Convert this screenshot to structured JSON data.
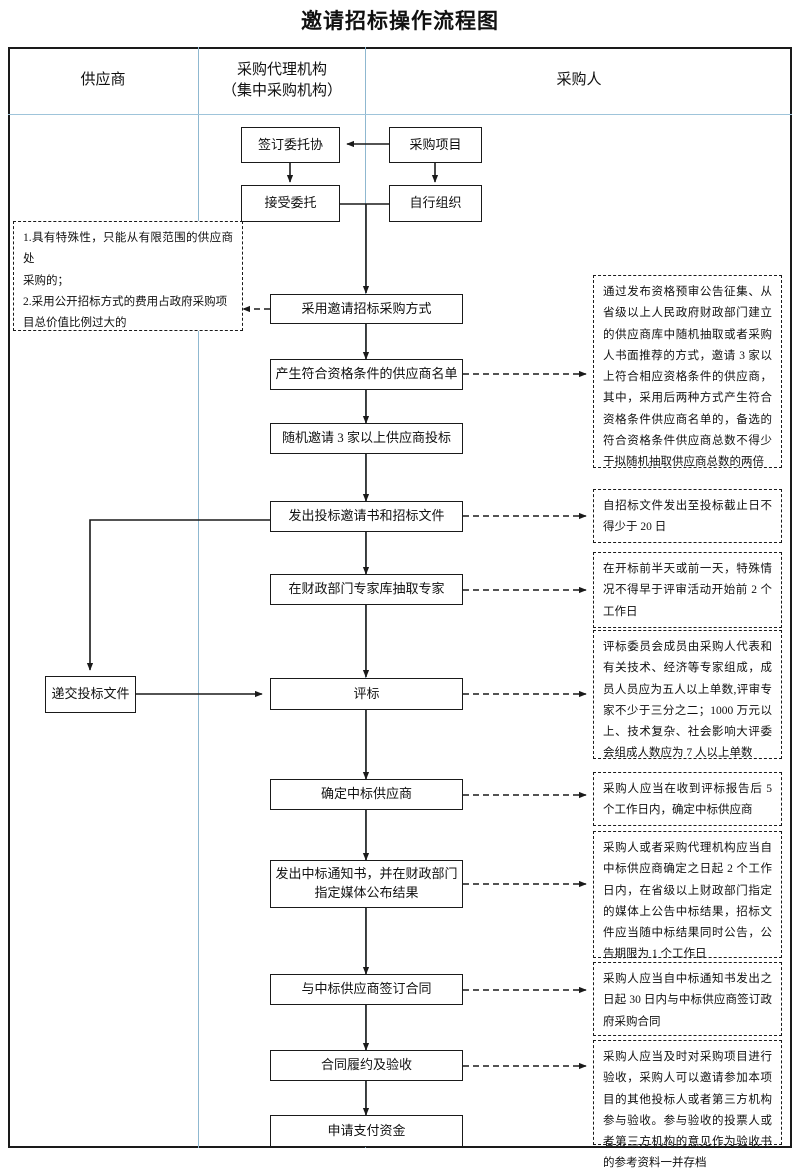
{
  "page": {
    "title": "邀请招标操作流程图"
  },
  "lanes": [
    {
      "id": "supplier",
      "label": "供应商"
    },
    {
      "id": "agency",
      "label": "采购代理机构\n（集中采购机构）",
      "line1": "采购代理机构",
      "line2": "（集中采购机构）"
    },
    {
      "id": "purchaser",
      "label": "采购人"
    }
  ],
  "nodes": [
    {
      "id": "sign-entrust-agreement",
      "label": "签订委托协",
      "lane": "agency"
    },
    {
      "id": "procurement-project",
      "label": "采购项目",
      "lane": "purchaser"
    },
    {
      "id": "accept-entrustment",
      "label": "接受委托",
      "lane": "agency"
    },
    {
      "id": "self-organize",
      "label": "自行组织",
      "lane": "purchaser"
    },
    {
      "id": "adopt-invited-bidding",
      "label": "采用邀请招标采购方式",
      "lane": "purchaser"
    },
    {
      "id": "generate-qualified-supplier-list",
      "label": "产生符合资格条件的供应商名单",
      "lane": "purchaser"
    },
    {
      "id": "randomly-invite-3-suppliers",
      "label": "随机邀请 3 家以上供应商投标",
      "lane": "purchaser"
    },
    {
      "id": "issue-invitation-and-bid-docs",
      "label": "发出投标邀请书和招标文件",
      "lane": "purchaser"
    },
    {
      "id": "draw-experts",
      "label": "在财政部门专家库抽取专家",
      "lane": "purchaser"
    },
    {
      "id": "submit-bid-documents",
      "label": "递交投标文件",
      "lane": "supplier"
    },
    {
      "id": "bid-evaluation",
      "label": "评标",
      "lane": "purchaser"
    },
    {
      "id": "determine-winning-supplier",
      "label": "确定中标供应商",
      "lane": "purchaser"
    },
    {
      "id": "issue-award-notice",
      "label": "发出中标通知书，并在财政部门\n指定媒体公布结果",
      "line1": "发出中标通知书，并在财政部门",
      "line2": "指定媒体公布结果",
      "lane": "purchaser"
    },
    {
      "id": "sign-contract",
      "label": "与中标供应商签订合同",
      "lane": "purchaser"
    },
    {
      "id": "contract-performance-acceptance",
      "label": "合同履约及验收",
      "lane": "purchaser"
    },
    {
      "id": "apply-payment",
      "label": "申请支付资金",
      "lane": "purchaser"
    }
  ],
  "notes": [
    {
      "id": "note-invited-bidding-conditions",
      "side": "left",
      "lines": [
        "1.具有特殊性，只能从有限范围的供应商处",
        "采购的；",
        "2.采用公开招标方式的费用占政府采购项",
        "目总价值比例过大的"
      ],
      "text": "1.具有特殊性，只能从有限范围的供应商处采购的；2.采用公开招标方式的费用占政府采购项目总价值比例过大的"
    },
    {
      "id": "note-supplier-list-methods",
      "side": "right",
      "text": "通过发布资格预审公告征集、从省级以上人民政府财政部门建立的供应商库中随机抽取或者采购人书面推荐的方式，邀请 3 家以上符合相应资格条件的供应商，其中，采用后两种方式产生符合资格条件供应商名单的，备选的符合资格条件供应商总数不得少于拟随机抽取供应商总数的两倍"
    },
    {
      "id": "note-bid-deadline-20-days",
      "side": "right",
      "text": "自招标文件发出至投标截止日不得少于 20 日"
    },
    {
      "id": "note-expert-draw-timing",
      "side": "right",
      "text": "在开标前半天或前一天，特殊情况不得早于评审活动开始前 2 个工作日"
    },
    {
      "id": "note-evaluation-committee",
      "side": "right",
      "text": "评标委员会成员由采购人代表和有关技术、经济等专家组成，成员人员应为五人以上单数,评审专家不少于三分之二；1000 万元以上、技术复杂、社会影响大评委会组成人数应为 7 人以上单数"
    },
    {
      "id": "note-determine-winner-5-days",
      "side": "right",
      "text": "采购人应当在收到评标报告后 5 个工作日内，确定中标供应商"
    },
    {
      "id": "note-announce-result-2-days",
      "side": "right",
      "text": "采购人或者采购代理机构应当自中标供应商确定之日起 2 个工作日内，在省级以上财政部门指定的媒体上公告中标结果，招标文件应当随中标结果同时公告，公告期限为 1 个工作日"
    },
    {
      "id": "note-contract-30-days",
      "side": "right",
      "text": "采购人应当自中标通知书发出之日起 30 日内与中标供应商签订政府采购合同"
    },
    {
      "id": "note-acceptance",
      "side": "right",
      "text": "采购人应当及时对采购项目进行验收，采购人可以邀请参加本项目的其他投标人或者第三方机构参与验收。参与验收的投票人或者第三方机构的意见作为验收书的参考资料一并存档"
    }
  ],
  "colors": {
    "frame": "#1a1a1a",
    "lane_divider": "#8fb8d0",
    "node_border": "#1a1a1a",
    "note_border": "#1a1a1a",
    "background": "#ffffff"
  }
}
